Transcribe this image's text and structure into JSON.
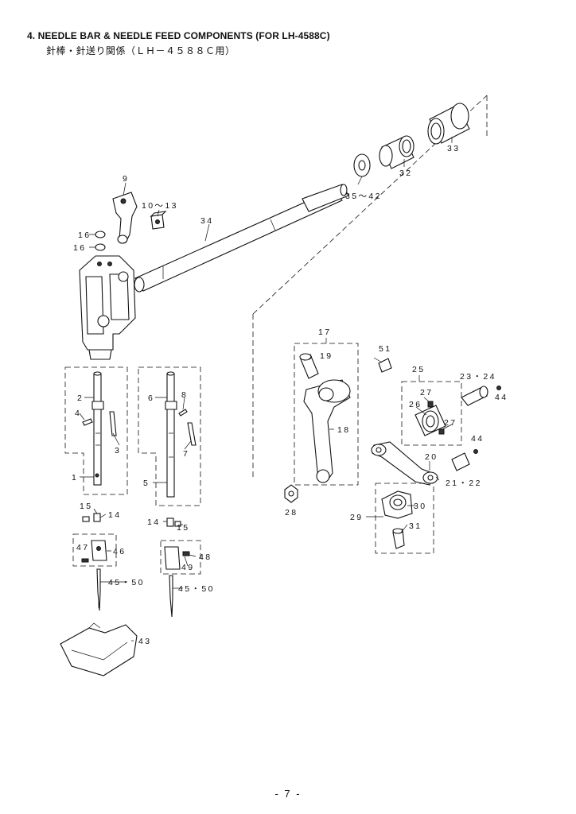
{
  "header": {
    "title": "4.  NEEDLE BAR & NEEDLE FEED COMPONENTS (FOR LH-4588C)",
    "subtitle": "針棒・針送り関係（ＬＨ－４５８８Ｃ用）"
  },
  "footer": {
    "page_number": "- 7 -"
  },
  "callouts": {
    "c9": "9",
    "c10_13": "10～13",
    "c34": "34",
    "c16a": "16",
    "c16b": "16",
    "c33": "33",
    "c32": "32",
    "c35_42": "35～42",
    "c2": "2",
    "c4": "4",
    "c3": "3",
    "c1": "1",
    "c6": "6",
    "c8": "8",
    "c7": "7",
    "c5": "5",
    "c15a": "15",
    "c14a": "14",
    "c14b": "14",
    "c15b": "15",
    "c47": "47",
    "c46": "46",
    "c48": "48",
    "c49": "49",
    "c45_50a": "45・50",
    "c45_50b": "45・50",
    "c43": "43",
    "c17": "17",
    "c19": "19",
    "c18": "18",
    "c51": "51",
    "c28": "28",
    "c25": "25",
    "c23_24": "23・24",
    "c44a": "44",
    "c27a": "27",
    "c26": "26",
    "c27b": "27",
    "c44b": "44",
    "c20": "20",
    "c21_22": "21・22",
    "c29": "29",
    "c30": "30",
    "c31": "31"
  }
}
